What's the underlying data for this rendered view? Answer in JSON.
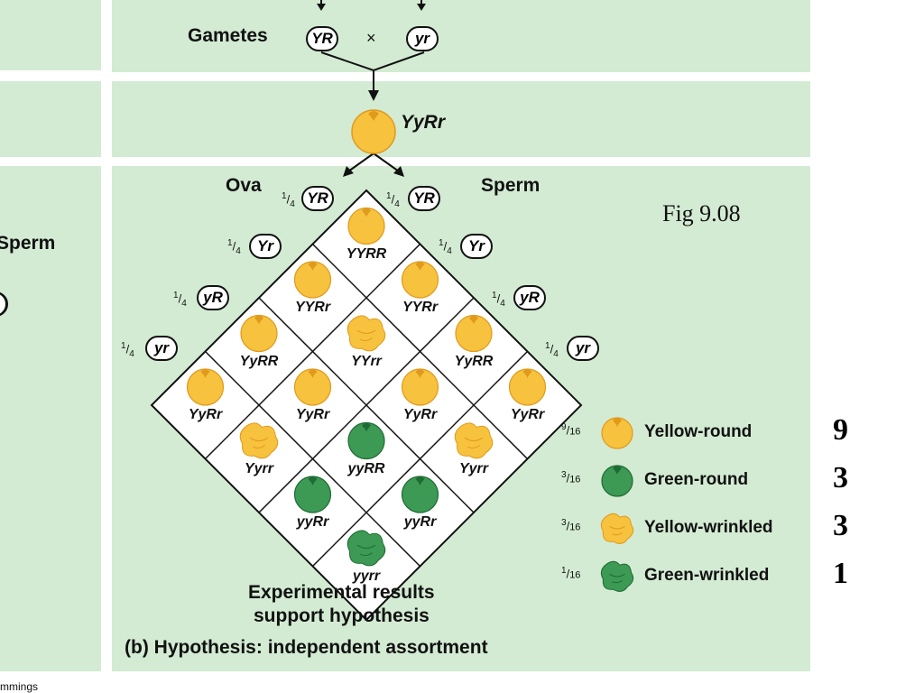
{
  "top": {
    "gametes_label": "Gametes",
    "gamete_left": "YR",
    "cross_symbol": "×",
    "gamete_right": "yr"
  },
  "f1": {
    "genotype": "YyRr"
  },
  "cross": {
    "ova_label": "Ova",
    "sperm_label": "Sperm",
    "left_panel_sperm_label": "Sperm",
    "fraction": "1/4",
    "ova_gametes": [
      "YR",
      "Yr",
      "yR",
      "yr"
    ],
    "sperm_gametes": [
      "YR",
      "Yr",
      "yR",
      "yr"
    ],
    "cells": [
      {
        "geno": "YYRR",
        "pheno": "yellow-round"
      },
      {
        "geno": "YYRr",
        "pheno": "yellow-round"
      },
      {
        "geno": "YYRr",
        "pheno": "yellow-round"
      },
      {
        "geno": "YyRR",
        "pheno": "yellow-round"
      },
      {
        "geno": "YYrr",
        "pheno": "yellow-wrinkled"
      },
      {
        "geno": "YyRR",
        "pheno": "yellow-round"
      },
      {
        "geno": "YyRr",
        "pheno": "yellow-round"
      },
      {
        "geno": "YyRr",
        "pheno": "yellow-round"
      },
      {
        "geno": "YyRr",
        "pheno": "yellow-round"
      },
      {
        "geno": "YyRr",
        "pheno": "yellow-round"
      },
      {
        "geno": "Yyrr",
        "pheno": "yellow-wrinkled"
      },
      {
        "geno": "yyRR",
        "pheno": "green-round"
      },
      {
        "geno": "Yyrr",
        "pheno": "yellow-wrinkled"
      },
      {
        "geno": "yyRr",
        "pheno": "green-round"
      },
      {
        "geno": "yyRr",
        "pheno": "green-round"
      },
      {
        "geno": "yyrr",
        "pheno": "green-wrinkled"
      }
    ]
  },
  "fig_label": "Fig 9.08",
  "legend": [
    {
      "num": "9",
      "den": "16",
      "label": "Yellow-round",
      "pheno": "yellow-round",
      "count": "9"
    },
    {
      "num": "3",
      "den": "16",
      "label": "Green-round",
      "pheno": "green-round",
      "count": "3"
    },
    {
      "num": "3",
      "den": "16",
      "label": "Yellow-wrinkled",
      "pheno": "yellow-wrinkled",
      "count": "3"
    },
    {
      "num": "1",
      "den": "16",
      "label": "Green-wrinkled",
      "pheno": "green-wrinkled",
      "count": "1"
    }
  ],
  "results_line1": "Experimental results",
  "results_line2": "support hypothesis",
  "caption_letter": "(b)",
  "caption_text": "Hypothesis: independent assortment",
  "footer_fragment": "mmings",
  "colors": {
    "panel": "#d3ebd3",
    "yellow": "#f7c23e",
    "yellow_dark": "#e09a1c",
    "green": "#3c9a54",
    "green_dark": "#1f6b34"
  }
}
